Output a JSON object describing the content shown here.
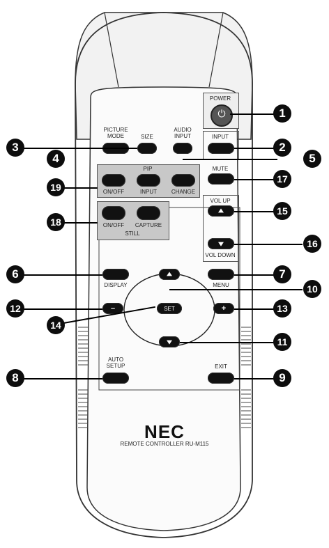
{
  "brand": "NEC",
  "model": "REMOTE CONTROLLER RU-M115",
  "buttons": {
    "power": "POWER",
    "picture_mode": "PICTURE\nMODE",
    "size": "SIZE",
    "audio_input": "AUDIO\nINPUT",
    "input": "INPUT",
    "pip": "PIP",
    "pip_onoff": "ON/OFF",
    "pip_input": "INPUT",
    "pip_change": "CHANGE",
    "mute": "MUTE",
    "vol_up": "VOL UP",
    "vol_down": "VOL DOWN",
    "still_onoff": "ON/OFF",
    "still_capture": "CAPTURE",
    "still": "STILL",
    "display": "DISPLAY",
    "menu": "MENU",
    "set": "SET",
    "minus": "–",
    "plus": "+",
    "auto_setup": "AUTO\nSETUP",
    "exit": "EXIT"
  },
  "callouts": [
    "1",
    "2",
    "3",
    "4",
    "5",
    "6",
    "7",
    "8",
    "9",
    "10",
    "11",
    "12",
    "13",
    "14",
    "15",
    "16",
    "17",
    "18",
    "19"
  ],
  "colors": {
    "body": "#dcdcdc",
    "button": "#111111",
    "panel": "#c8c8c8",
    "callout": "#0d0d0d"
  }
}
